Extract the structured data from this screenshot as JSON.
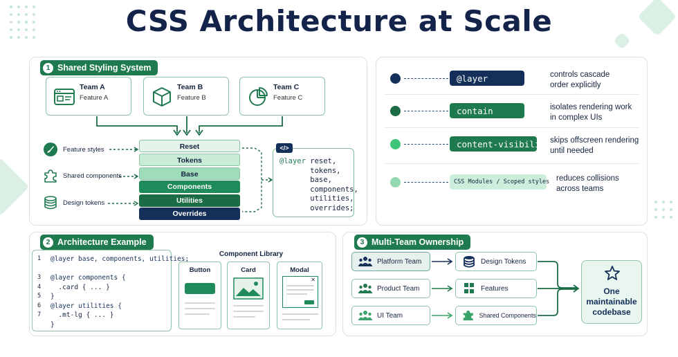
{
  "title": "CSS Architecture at Scale",
  "panel1": {
    "number": "1",
    "label": "Shared Styling System",
    "teams": [
      {
        "name": "Team A",
        "feature": "Feature A",
        "icon": "browser-window-icon"
      },
      {
        "name": "Team B",
        "feature": "Feature B",
        "icon": "cube-icon"
      },
      {
        "name": "Team C",
        "feature": "Feature C",
        "icon": "pie-chart-icon"
      }
    ],
    "side_labels": [
      "Feature styles",
      "Shared components",
      "Design tokens"
    ],
    "layers": [
      {
        "label": "Reset",
        "bg": "#e3f3ea",
        "fg": "#14233f"
      },
      {
        "label": "Tokens",
        "bg": "#c9ecd7",
        "fg": "#14233f"
      },
      {
        "label": "Base",
        "bg": "#9fdcb9",
        "fg": "#14233f"
      },
      {
        "label": "Components",
        "bg": "#1f8a5a",
        "fg": "#ffffff"
      },
      {
        "label": "Utilities",
        "bg": "#1b6b45",
        "fg": "#ffffff"
      },
      {
        "label": "Overrides",
        "bg": "#14305a",
        "fg": "#ffffff"
      }
    ],
    "code_icon": "</>",
    "code_lines": [
      "@layer reset,",
      "       tokens,",
      "       base,",
      "       components,",
      "       utilities,",
      "       overrides;"
    ]
  },
  "properties": [
    {
      "name": "@layer",
      "desc": [
        "controls cascade",
        "order explicitly"
      ],
      "dot": "#14305a",
      "box": "#14305a"
    },
    {
      "name": "contain",
      "desc": [
        "isolates rendering work",
        "in complex UIs"
      ],
      "dot": "#1b6b45",
      "box": "#1f7a4f"
    },
    {
      "name": "content-visibility",
      "desc": [
        "skips offscreen rendering",
        "until needed"
      ],
      "dot": "#3fc47a",
      "box": "#1f7a4f"
    },
    {
      "name": "CSS Modules / Scoped styles",
      "desc": [
        "reduces collisions",
        "across teams"
      ],
      "dot": "#93d8b0",
      "box": "#cdeedb"
    }
  ],
  "panel2": {
    "number": "2",
    "label": "Architecture Example",
    "code": [
      {
        "n": "1",
        "text": "@layer base, components, utilities;"
      },
      {
        "n": "",
        "text": ""
      },
      {
        "n": "3",
        "text": "@layer components {"
      },
      {
        "n": "4",
        "text": "  .card { ... }"
      },
      {
        "n": "5",
        "text": "}"
      },
      {
        "n": "6",
        "text": "@layer utilities {"
      },
      {
        "n": "7",
        "text": "  .mt-lg { ... }"
      },
      {
        "n": "",
        "text": "}"
      }
    ],
    "library_title": "Component Library",
    "library": [
      "Button",
      "Card",
      "Modal"
    ]
  },
  "panel3": {
    "number": "3",
    "label": "Multi-Team Ownership",
    "teams": [
      "Platform Team",
      "Product Team",
      "UI Team"
    ],
    "assets": [
      {
        "label": "Design Tokens",
        "icon": "database-icon"
      },
      {
        "label": "Features",
        "icon": "grid-icon"
      },
      {
        "label": "Shared Components",
        "icon": "puzzle-icon"
      }
    ],
    "result": [
      "One",
      "maintainable",
      "codebase"
    ]
  }
}
